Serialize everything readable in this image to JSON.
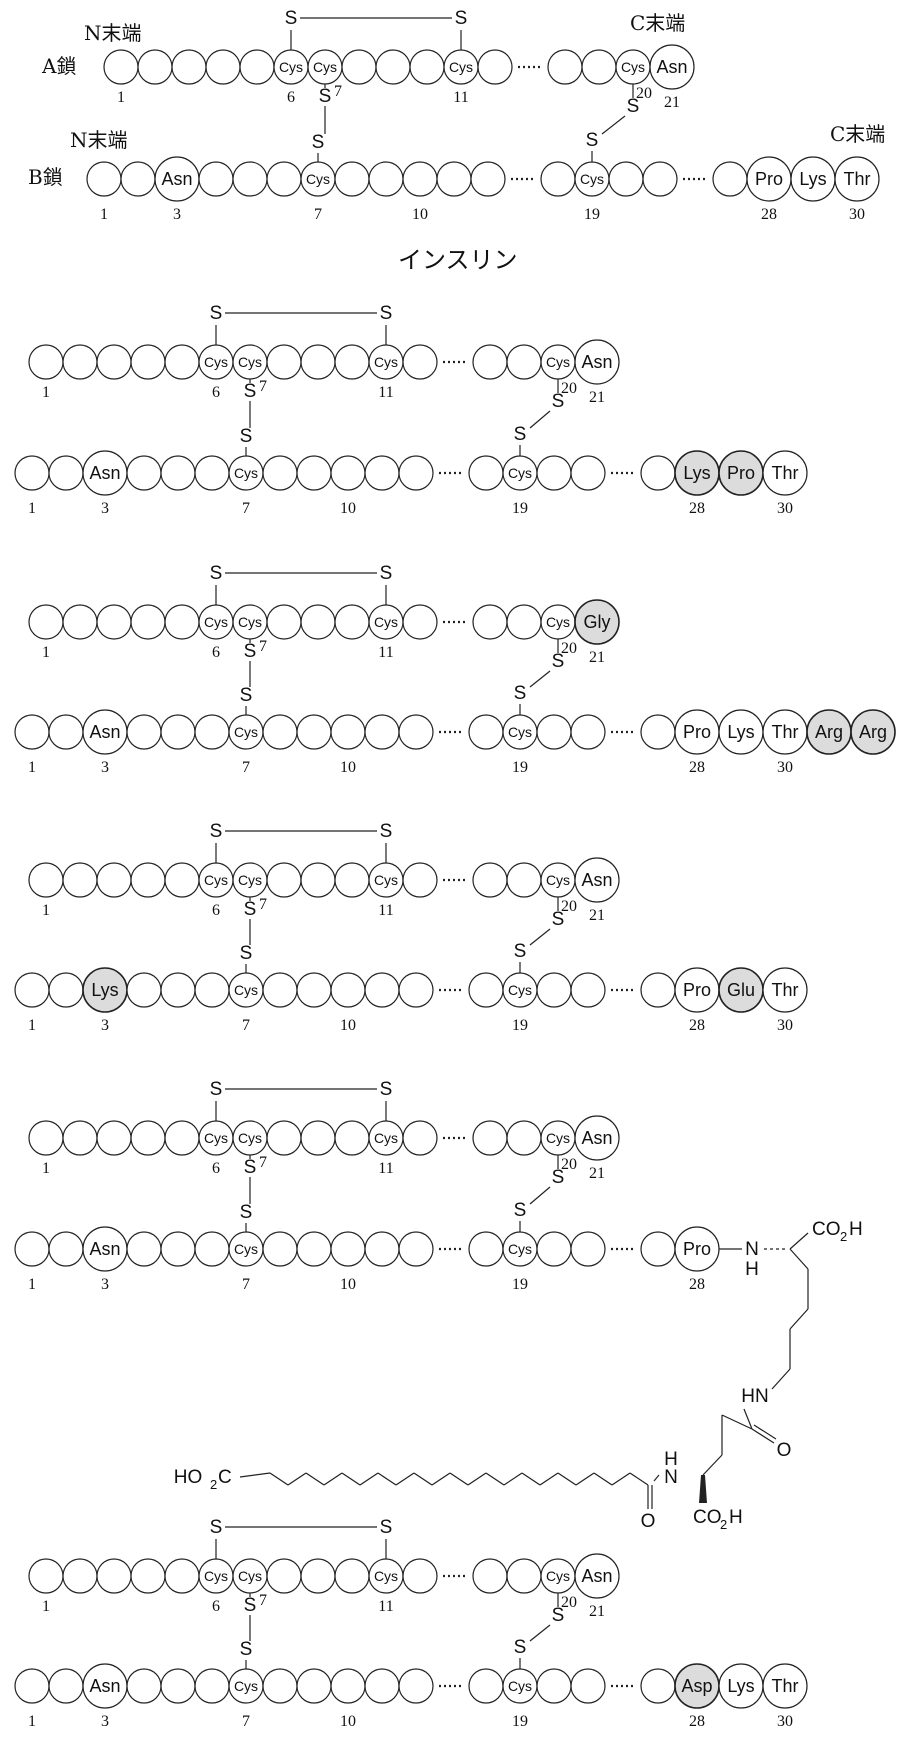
{
  "header": {
    "a_chain_label": "A鎖",
    "b_chain_label": "B鎖",
    "a_n_terminal": "N末端",
    "a_c_terminal": "C末端",
    "b_n_terminal": "N末端",
    "b_c_terminal": "C末端"
  },
  "title": "インスリン",
  "sulfur_label": "S",
  "cys_label": "Cys",
  "variants": [
    {
      "a_last": {
        "label": "Asn",
        "highlight": false
      },
      "b3": {
        "label": "Asn",
        "highlight": false
      },
      "b_tail": [
        {
          "label": "Pro",
          "highlight": false
        },
        {
          "label": "Lys",
          "highlight": false
        },
        {
          "label": "Thr",
          "highlight": false
        }
      ]
    },
    {
      "a_last": {
        "label": "Asn",
        "highlight": false
      },
      "b3": {
        "label": "Asn",
        "highlight": false
      },
      "b_tail": [
        {
          "label": "Lys",
          "highlight": true
        },
        {
          "label": "Pro",
          "highlight": true
        },
        {
          "label": "Thr",
          "highlight": false
        }
      ]
    },
    {
      "a_last": {
        "label": "Gly",
        "highlight": true
      },
      "b3": {
        "label": "Asn",
        "highlight": false
      },
      "b_tail": [
        {
          "label": "Pro",
          "highlight": false
        },
        {
          "label": "Lys",
          "highlight": false
        },
        {
          "label": "Thr",
          "highlight": false
        },
        {
          "label": "Arg",
          "highlight": true
        },
        {
          "label": "Arg",
          "highlight": true
        }
      ]
    },
    {
      "a_last": {
        "label": "Asn",
        "highlight": false
      },
      "b3": {
        "label": "Lys",
        "highlight": true
      },
      "b_tail": [
        {
          "label": "Pro",
          "highlight": false
        },
        {
          "label": "Glu",
          "highlight": true
        },
        {
          "label": "Thr",
          "highlight": false
        }
      ]
    },
    {
      "a_last": {
        "label": "Asn",
        "highlight": false
      },
      "b3": {
        "label": "Asn",
        "highlight": false
      },
      "b_tail": [
        {
          "label": "Pro",
          "highlight": false
        }
      ],
      "side_chain": {
        "nh": "N",
        "h": "H",
        "co2h_top": "CO",
        "co2h_top_sub": "2",
        "co2h_top_end": "H",
        "hn": "HN",
        "o1": "O",
        "h2": "H",
        "n2": "N",
        "o2": "O",
        "co2h_bottom": "CO",
        "co2h_bottom_sub": "2",
        "co2h_bottom_end": "H",
        "ho2c": "HO",
        "ho2c_sub": "2",
        "ho2c_end": "C"
      }
    },
    {
      "a_last": {
        "label": "Asn",
        "highlight": false
      },
      "b3": {
        "label": "Asn",
        "highlight": false
      },
      "b_tail": [
        {
          "label": "Asp",
          "highlight": true
        },
        {
          "label": "Lys",
          "highlight": false
        },
        {
          "label": "Thr",
          "highlight": false
        }
      ]
    }
  ],
  "numbers": {
    "a": [
      "1",
      "6",
      "7",
      "11",
      "20",
      "21"
    ],
    "b": [
      "1",
      "3",
      "7",
      "10",
      "19",
      "28",
      "30"
    ]
  }
}
